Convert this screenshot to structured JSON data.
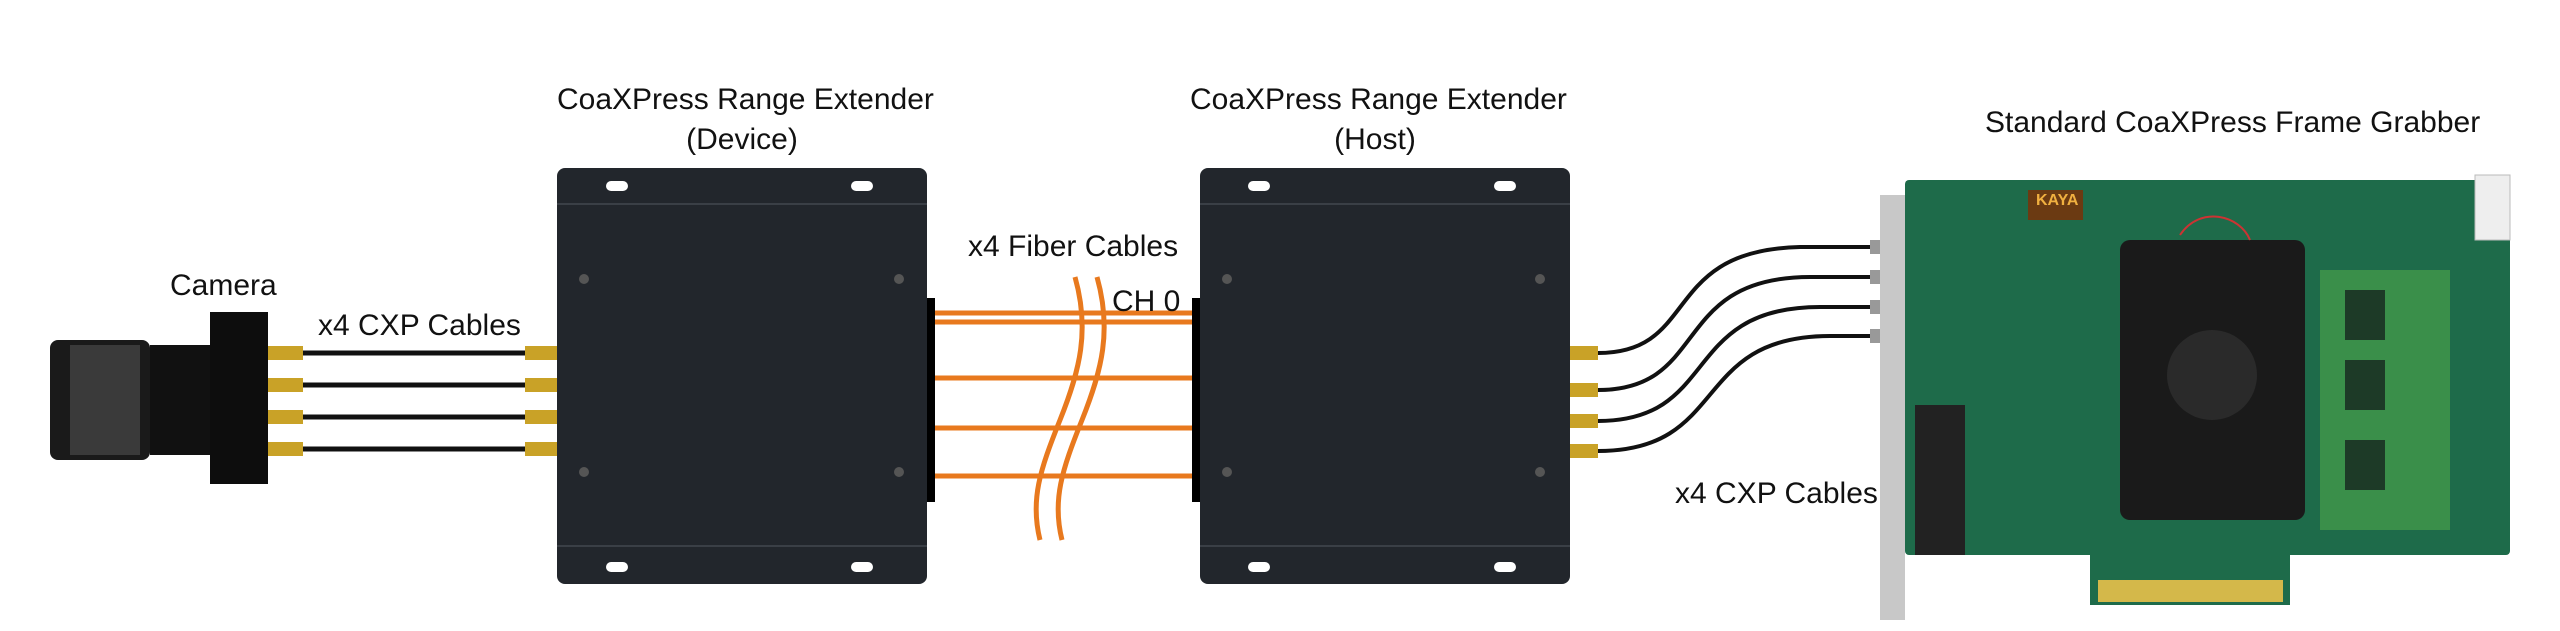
{
  "diagram": {
    "labels": {
      "camera": "Camera",
      "cxp_cables_left": "x4 CXP Cables",
      "device_title_line1": "CoaXPress Range Extender",
      "device_title_line2": "(Device)",
      "host_title_line1": "CoaXPress Range Extender",
      "host_title_line2": "(Host)",
      "fiber_cables": "x4 Fiber Cables",
      "channel_0": "CH 0",
      "frame_grabber_title": "Standard CoaXPress Frame Grabber",
      "cxp_cables_right": "x4 CXP Cables",
      "brand_logo": "KAYA"
    },
    "colors": {
      "fiber": "#E8791E",
      "cxp_cable": "#111111",
      "connector_gold": "#C9A227",
      "extender_body": "#22262C",
      "pcb_green": "#1E6B4A"
    },
    "cable_count": 4
  }
}
